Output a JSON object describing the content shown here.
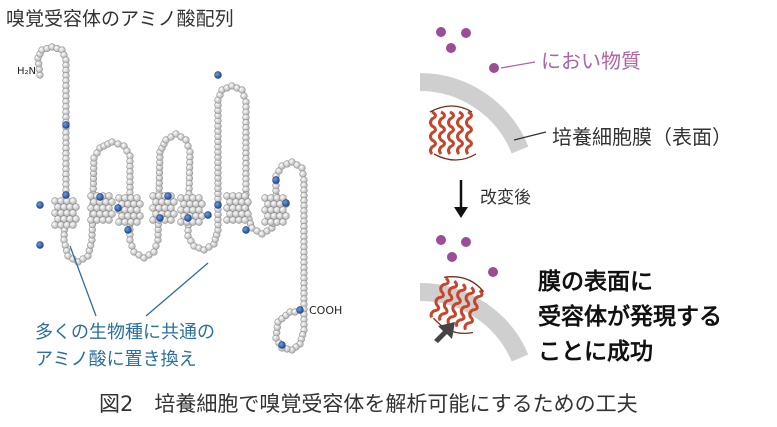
{
  "title": "嗅覚受容体のアミノ酸配列",
  "protein": {
    "n_terminus": "H₂N",
    "c_terminus": "COOH"
  },
  "callout": {
    "line1": "多くの生物種に共通の",
    "line2": "アミノ酸に置き換え"
  },
  "right_panel": {
    "odorant_label": "におい物質",
    "membrane_label": "培養細胞膜（表面）",
    "arrow_label": "改変後",
    "result_line1": "膜の表面に",
    "result_line2": "受容体が発現する",
    "result_line3": "ことに成功"
  },
  "caption": "図2　培養細胞で嗅覚受容体を解析可能にするための工夫",
  "colors": {
    "bead": "#cfcfcf",
    "bead_highlight": "#2b64b0",
    "callout_text": "#2a6f9e",
    "odorant": "#9b4d96",
    "odorant_text": "#b163a3",
    "membrane": "#cfcfcf",
    "receptor": "#c8452a"
  },
  "icons": [
    "arrow-down-icon",
    "arrow-up-right-icon"
  ]
}
